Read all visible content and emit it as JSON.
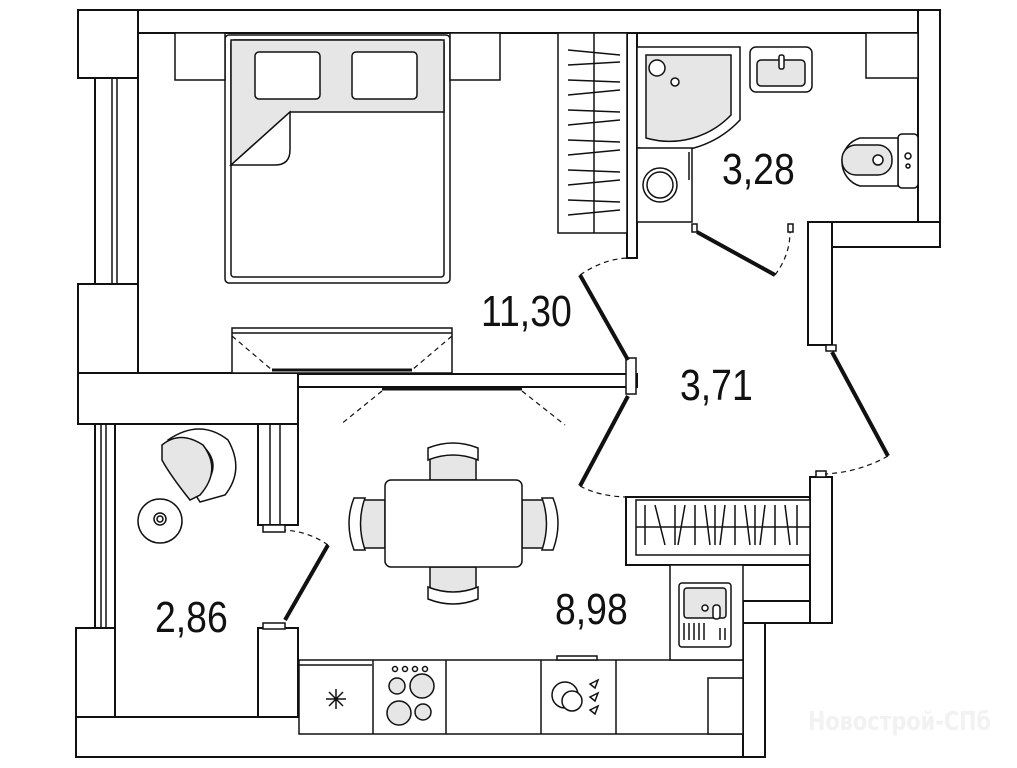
{
  "plan": {
    "rooms": [
      {
        "name": "bedroom",
        "area": "11,30"
      },
      {
        "name": "bathroom",
        "area": "3,28"
      },
      {
        "name": "hallway",
        "area": "3,71"
      },
      {
        "name": "balcony",
        "area": "2,86"
      },
      {
        "name": "kitchen-living",
        "area": "8,98"
      }
    ],
    "watermark": "Новострой-СПб",
    "colors": {
      "line": "#111111",
      "fixture_fill": "#e6e6e6",
      "background": "#ffffff"
    }
  }
}
